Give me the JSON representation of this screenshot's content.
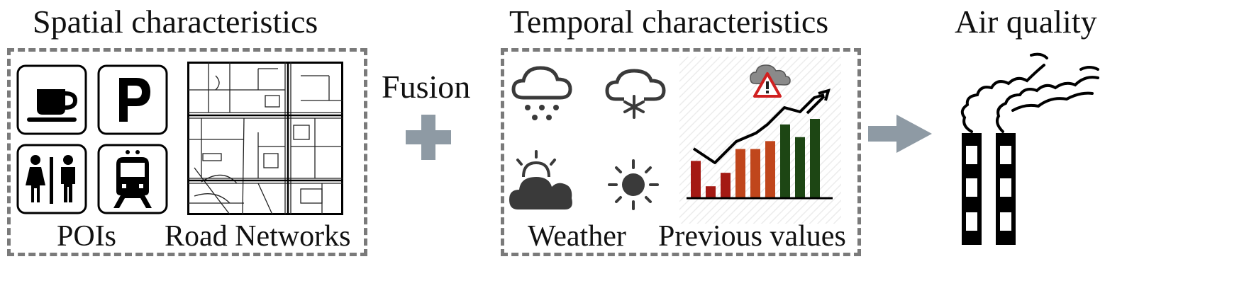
{
  "spatial": {
    "title": "Spatial characteristics",
    "icons": [
      "cup-icon",
      "parking-icon",
      "restroom-icon",
      "train-icon"
    ],
    "poi_label": "POIs",
    "road_label": "Road Networks"
  },
  "fusion": {
    "label": "Fusion",
    "icon": "plus-icon"
  },
  "temporal": {
    "title": "Temporal characteristics",
    "weather_icons": [
      "snow-cloud-icon",
      "snowflake-cloud-icon",
      "partly-cloudy-icon",
      "sun-icon"
    ],
    "weather_label": "Weather",
    "previous_label": "Previous values",
    "bar_colors": [
      "#a41a14",
      "#a41a14",
      "#a41a14",
      "#c0461c",
      "#c0461c",
      "#c0461c",
      "#1d4614",
      "#1d4614",
      "#1d4614"
    ],
    "bar_levels": [
      0.47,
      0.15,
      0.32,
      0.62,
      0.62,
      0.72,
      0.93,
      0.77,
      1.0
    ]
  },
  "output": {
    "title": "Air quality",
    "icon": "factory-chimneys-icon",
    "arrow_icon": "right-arrow-icon"
  },
  "colors": {
    "dash": "#7a7a7a",
    "plus": "#8e9aa4",
    "arrow": "#8e9aa4",
    "icon_dark": "#3a3a3a"
  }
}
